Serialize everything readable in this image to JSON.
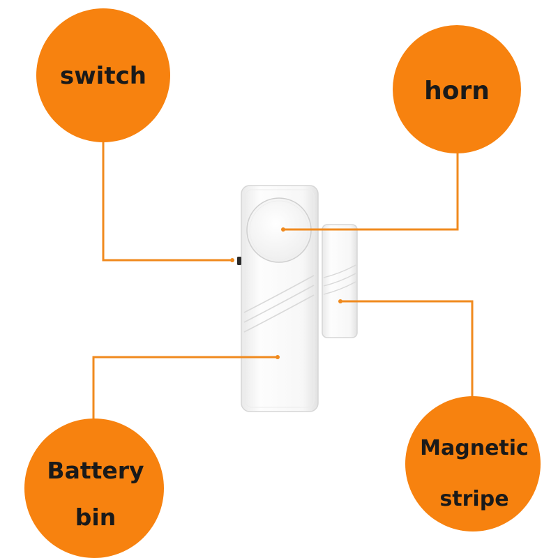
{
  "colors": {
    "accent": "#F7820F",
    "leader_line": "#F08A1E",
    "device_body": "#FBFBFB",
    "device_edge": "#D4D4D4",
    "text": "#1a1a1a"
  },
  "callouts": {
    "switch": {
      "label": "switch"
    },
    "horn": {
      "label": "horn"
    },
    "battery": {
      "line1": "Battery",
      "line2": "bin"
    },
    "magnetic": {
      "line1": "Magnetic",
      "line2": "stripe"
    }
  },
  "device": {
    "main_unit": "alarm-main-unit",
    "magnet_unit": "magnet-unit"
  }
}
